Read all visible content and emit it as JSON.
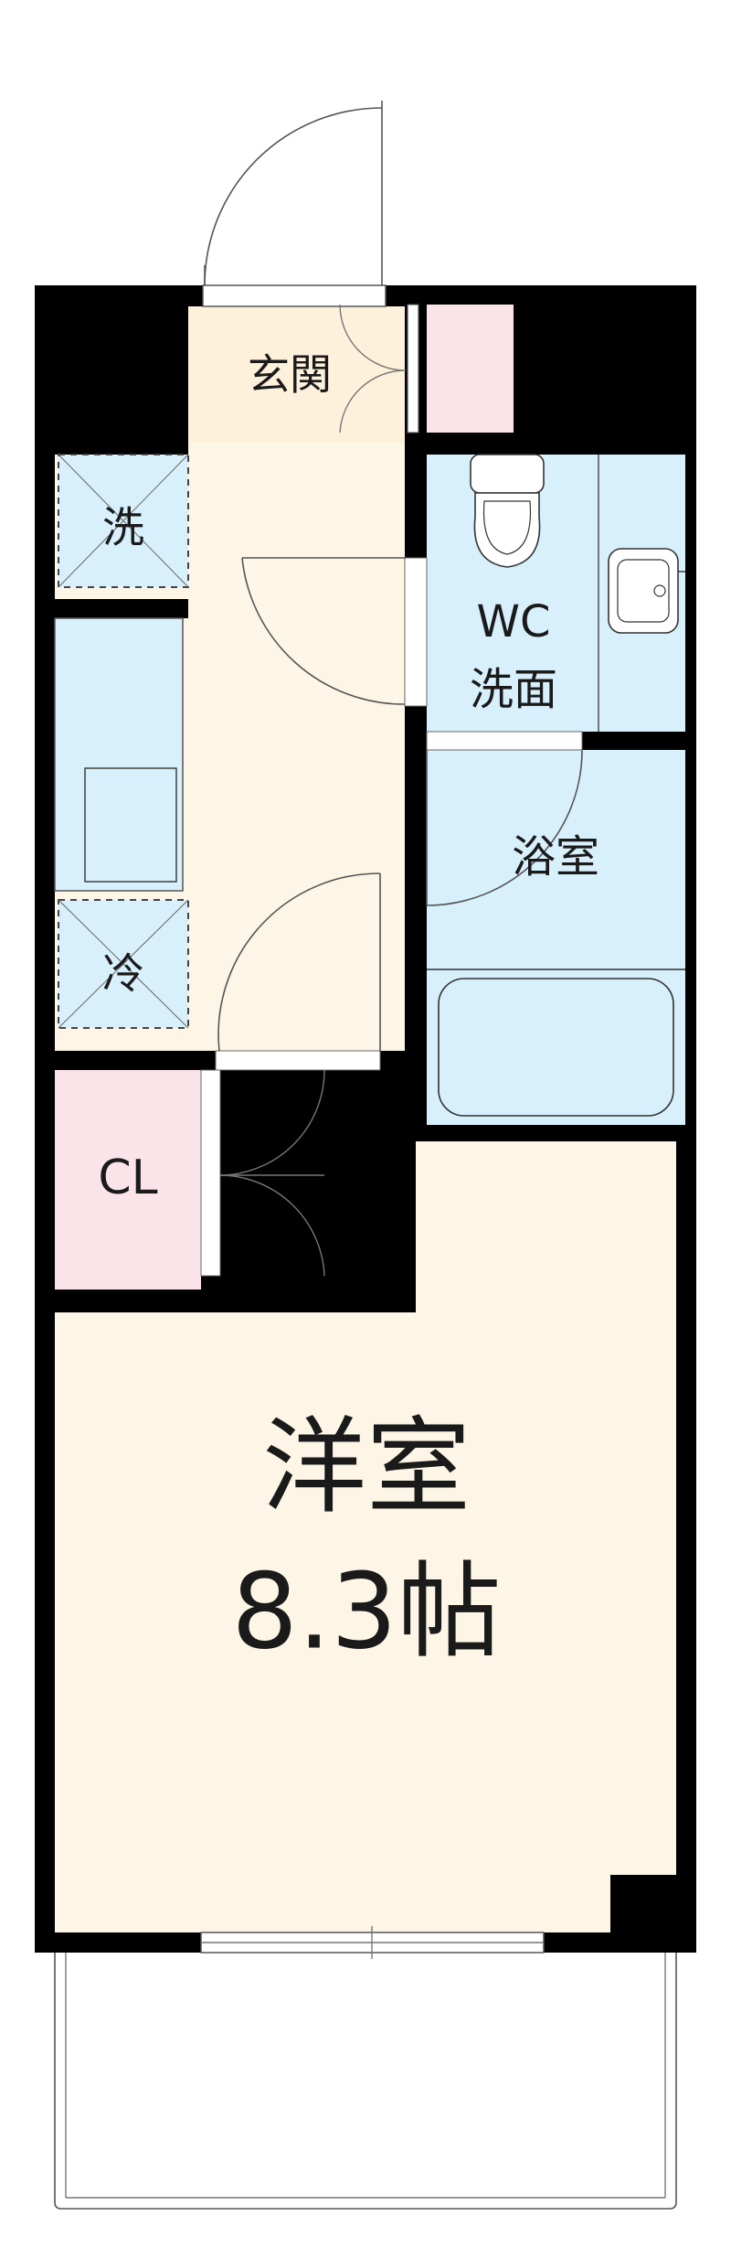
{
  "rooms": {
    "entrance": "玄関",
    "washer": "洗",
    "fridge": "冷",
    "wc_line1": "WC",
    "wc_line2": "洗面",
    "bath": "浴室",
    "closet": "CL",
    "western_line1": "洋室",
    "western_line2": "8.3帖"
  },
  "colors": {
    "wall": "#000000",
    "floor": "#fdf6e6",
    "wet_area": "#d8f0fb",
    "storage": "#fbe3ea",
    "entrance_floor": "#fdf1dc"
  }
}
